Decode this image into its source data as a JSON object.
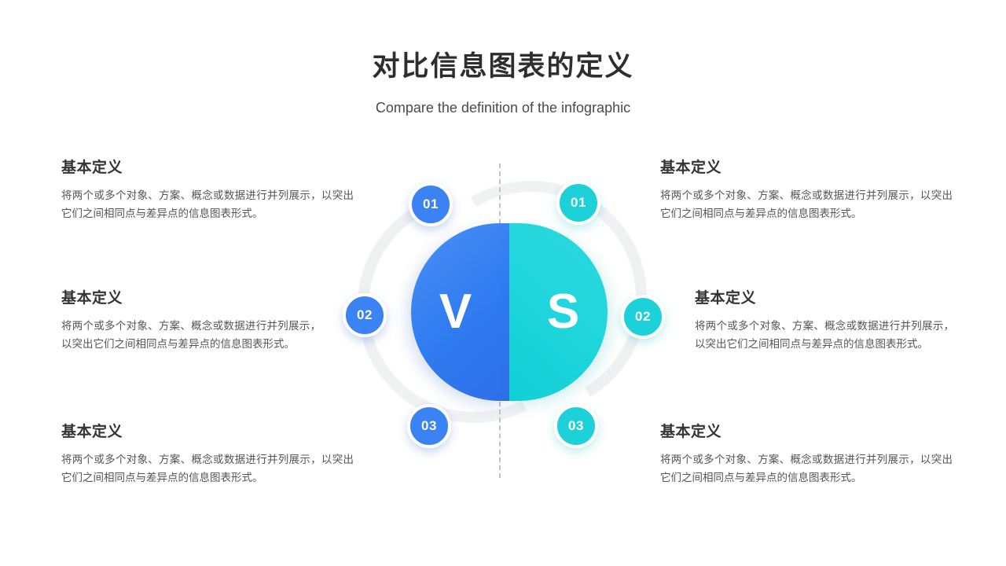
{
  "header": {
    "title_cn": "对比信息图表的定义",
    "title_en": "Compare the definition of the infographic"
  },
  "center": {
    "left_letter": "V",
    "right_letter": "S",
    "divider": "dashed-vertical-line",
    "left_color": "#3b82f2",
    "right_color": "#1dd1d8",
    "badges_left": [
      {
        "label": "01"
      },
      {
        "label": "02"
      },
      {
        "label": "03"
      }
    ],
    "badges_right": [
      {
        "label": "01"
      },
      {
        "label": "02"
      },
      {
        "label": "03"
      }
    ]
  },
  "left_blocks": [
    {
      "heading": "基本定义",
      "body": "将两个或多个对象、方案、概念或数据进行并列展示，以突出它们之间相同点与差异点的信息图表形式。"
    },
    {
      "heading": "基本定义",
      "body": "将两个或多个对象、方案、概念或数据进行并列展示，以突出它们之间相同点与差异点的信息图表形式。"
    },
    {
      "heading": "基本定义",
      "body": "将两个或多个对象、方案、概念或数据进行并列展示，以突出它们之间相同点与差异点的信息图表形式。"
    }
  ],
  "right_blocks": [
    {
      "heading": "基本定义",
      "body": "将两个或多个对象、方案、概念或数据进行并列展示，以突出它们之间相同点与差异点的信息图表形式。"
    },
    {
      "heading": "基本定义",
      "body": "将两个或多个对象、方案、概念或数据进行并列展示，以突出它们之间相同点与差异点的信息图表形式。"
    },
    {
      "heading": "基本定义",
      "body": "将两个或多个对象、方案、概念或数据进行并列展示，以突出它们之间相同点与差异点的信息图表形式。"
    }
  ]
}
